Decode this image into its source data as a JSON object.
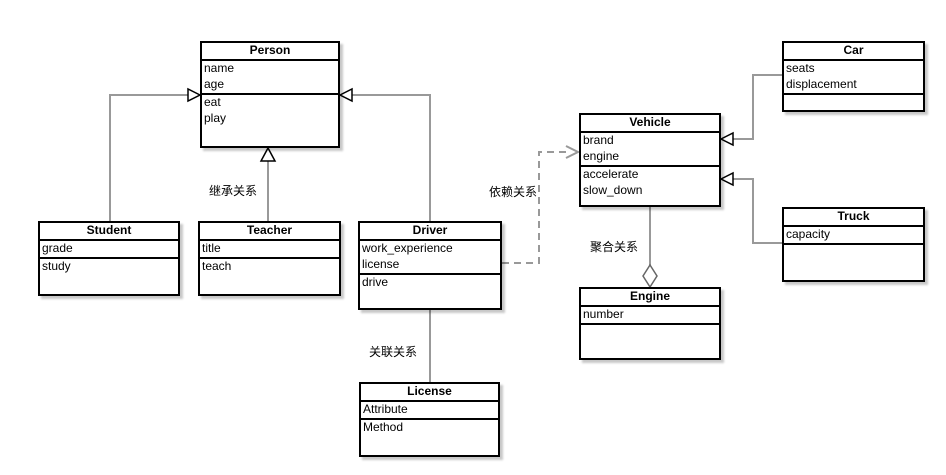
{
  "diagram": {
    "colors": {
      "background": "#ffffff",
      "box_border": "#000000",
      "connector": "#999999",
      "arrow_outline": "#000000",
      "text": "#000000"
    },
    "classes": {
      "person": {
        "title": "Person",
        "attributes": [
          "name",
          "age"
        ],
        "methods": [
          "eat",
          "play"
        ]
      },
      "student": {
        "title": "Student",
        "attributes": [
          "grade"
        ],
        "methods": [
          "study"
        ]
      },
      "teacher": {
        "title": "Teacher",
        "attributes": [
          "title"
        ],
        "methods": [
          "teach"
        ]
      },
      "driver": {
        "title": "Driver",
        "attributes": [
          "work_experience",
          "license"
        ],
        "methods": [
          "drive"
        ]
      },
      "license": {
        "title": "License",
        "attributes": [
          "Attribute"
        ],
        "methods": [
          "Method"
        ]
      },
      "vehicle": {
        "title": "Vehicle",
        "attributes": [
          "brand",
          "engine"
        ],
        "methods": [
          "accelerate",
          "slow_down"
        ]
      },
      "engine": {
        "title": "Engine",
        "attributes": [
          "number"
        ],
        "methods": []
      },
      "car": {
        "title": "Car",
        "attributes": [
          "seats",
          "displacement"
        ],
        "methods": []
      },
      "truck": {
        "title": "Truck",
        "attributes": [
          "capacity"
        ],
        "methods": []
      }
    },
    "relation_labels": {
      "inheritance": "继承关系",
      "dependency": "依赖关系",
      "aggregation": "聚合关系",
      "association": "关联关系"
    }
  }
}
